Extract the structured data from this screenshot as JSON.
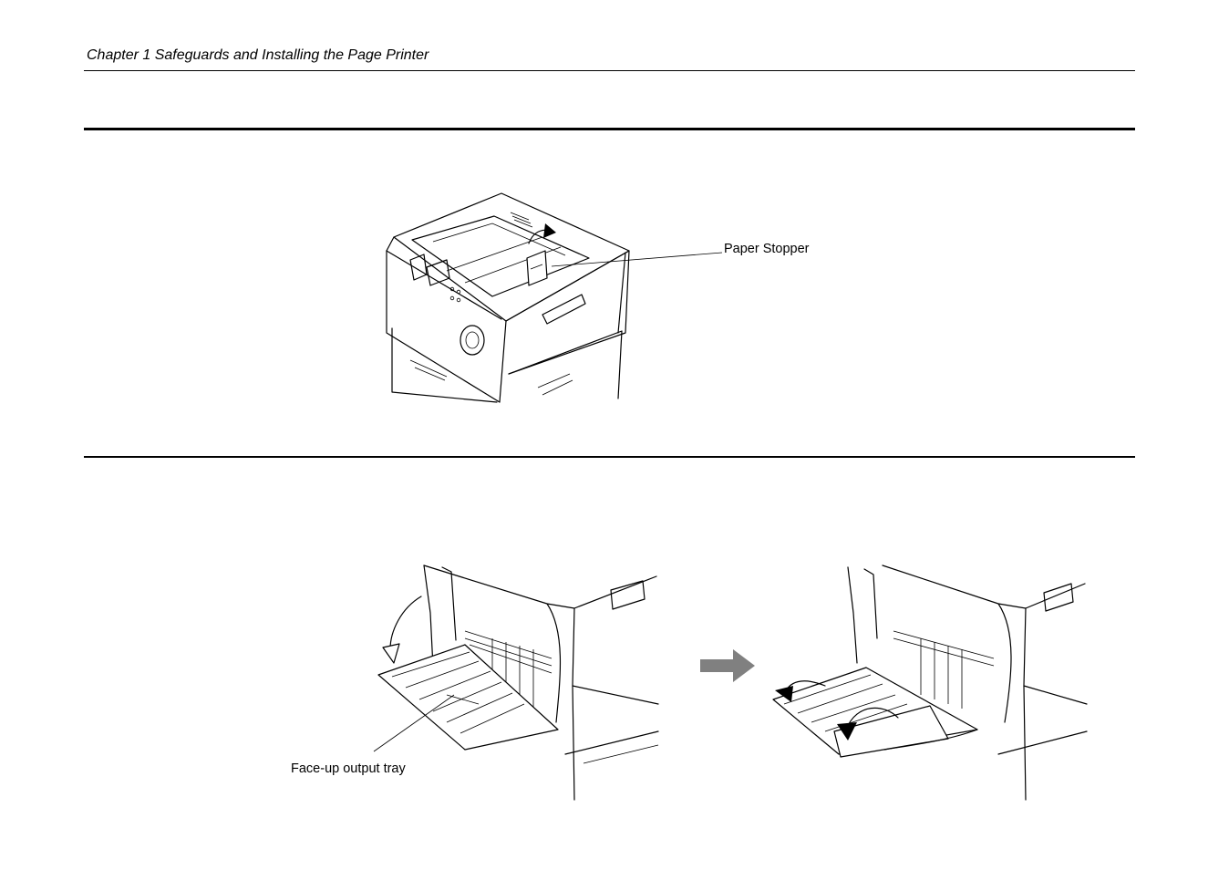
{
  "header": {
    "chapter_title": "Chapter 1 Safeguards and Installing the Page Printer"
  },
  "figure_top": {
    "callout_label": "Paper Stopper"
  },
  "figure_bottom": {
    "callout_label": "Face-up output tray"
  },
  "colors": {
    "text": "#000000",
    "background": "#ffffff",
    "arrow": "#808080"
  },
  "icons": {
    "step_arrow": "right-arrow-icon"
  }
}
